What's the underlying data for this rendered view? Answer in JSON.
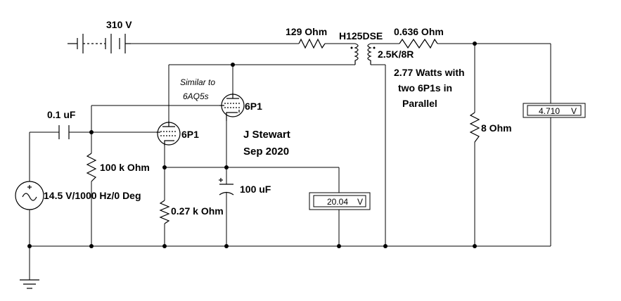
{
  "battery": {
    "label": "310 V"
  },
  "resistor_129": {
    "label": "129  Ohm"
  },
  "transformer": {
    "label": "H125DSE",
    "ratio": "2.5K/8R"
  },
  "resistor_0636": {
    "label": "0.636  Ohm"
  },
  "power_note": {
    "line1": "2.77 Watts with",
    "line2": "two 6P1s in",
    "line3": "Parallel"
  },
  "tube_similar_note": {
    "line1": "Similar to",
    "line2": "6AQ5s"
  },
  "tube_upper": {
    "label": "6P1"
  },
  "tube_lower": {
    "label": "6P1"
  },
  "coupling_cap": {
    "label": "0.1 uF"
  },
  "grid_resistor": {
    "label": "100 k Ohm"
  },
  "cathode_resistor": {
    "label": "0.27 k Ohm"
  },
  "cathode_cap": {
    "label": "100 uF"
  },
  "source": {
    "label": "14.5 V/1000 Hz/0 Deg"
  },
  "load": {
    "label": "8  Ohm"
  },
  "author": {
    "name": "J Stewart",
    "date": "Sep 2020"
  },
  "meter_cathode": {
    "value": "20.04",
    "unit": "V"
  },
  "meter_output": {
    "value": "4.710",
    "unit": "V"
  }
}
